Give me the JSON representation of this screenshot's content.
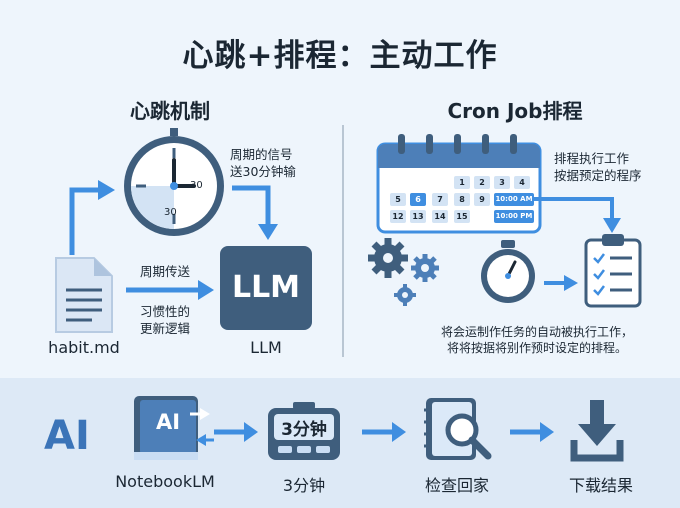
{
  "title": "心跳+排程：主动工作",
  "heartbeat": {
    "title": "心跳机制",
    "signal_note": "周期的信号\n送30分钟输",
    "clock_marks": [
      "30",
      "30"
    ],
    "transfer_label": "周期传送",
    "habit_note": "习惯性的\n更新逻辑",
    "file_label": "habit.md",
    "llm_box_text": "LLM",
    "llm_label": "LLM"
  },
  "cron": {
    "title": "Cron Job排程",
    "schedule_note": "排程执行工作\n按据预定的程序",
    "calendar_row1": [
      "1",
      "2",
      "3",
      "4"
    ],
    "calendar_row2": [
      "5",
      "6",
      "7",
      "8",
      "9",
      "10:00 AM"
    ],
    "calendar_row3": [
      "12",
      "13",
      "14",
      "15",
      "10:00 PM"
    ],
    "description": "将会运制作任务的自动被执行工作，\n将将按据将别作预时设定的排程。"
  },
  "pipeline": {
    "ai_mark": "AI",
    "notebook_icon_text": "AI",
    "notebook_label": "NotebookLM",
    "timer_text": "3分钟",
    "timer_label": "3分钟",
    "review_label": "检查回家",
    "download_label": "下载结果"
  },
  "colors": {
    "accent_blue": "#3f8ee0",
    "dark_slate": "#3f5e7d",
    "light_blue": "#c9ddf4",
    "background": "#eef5fc",
    "band": "#dde9f6"
  }
}
